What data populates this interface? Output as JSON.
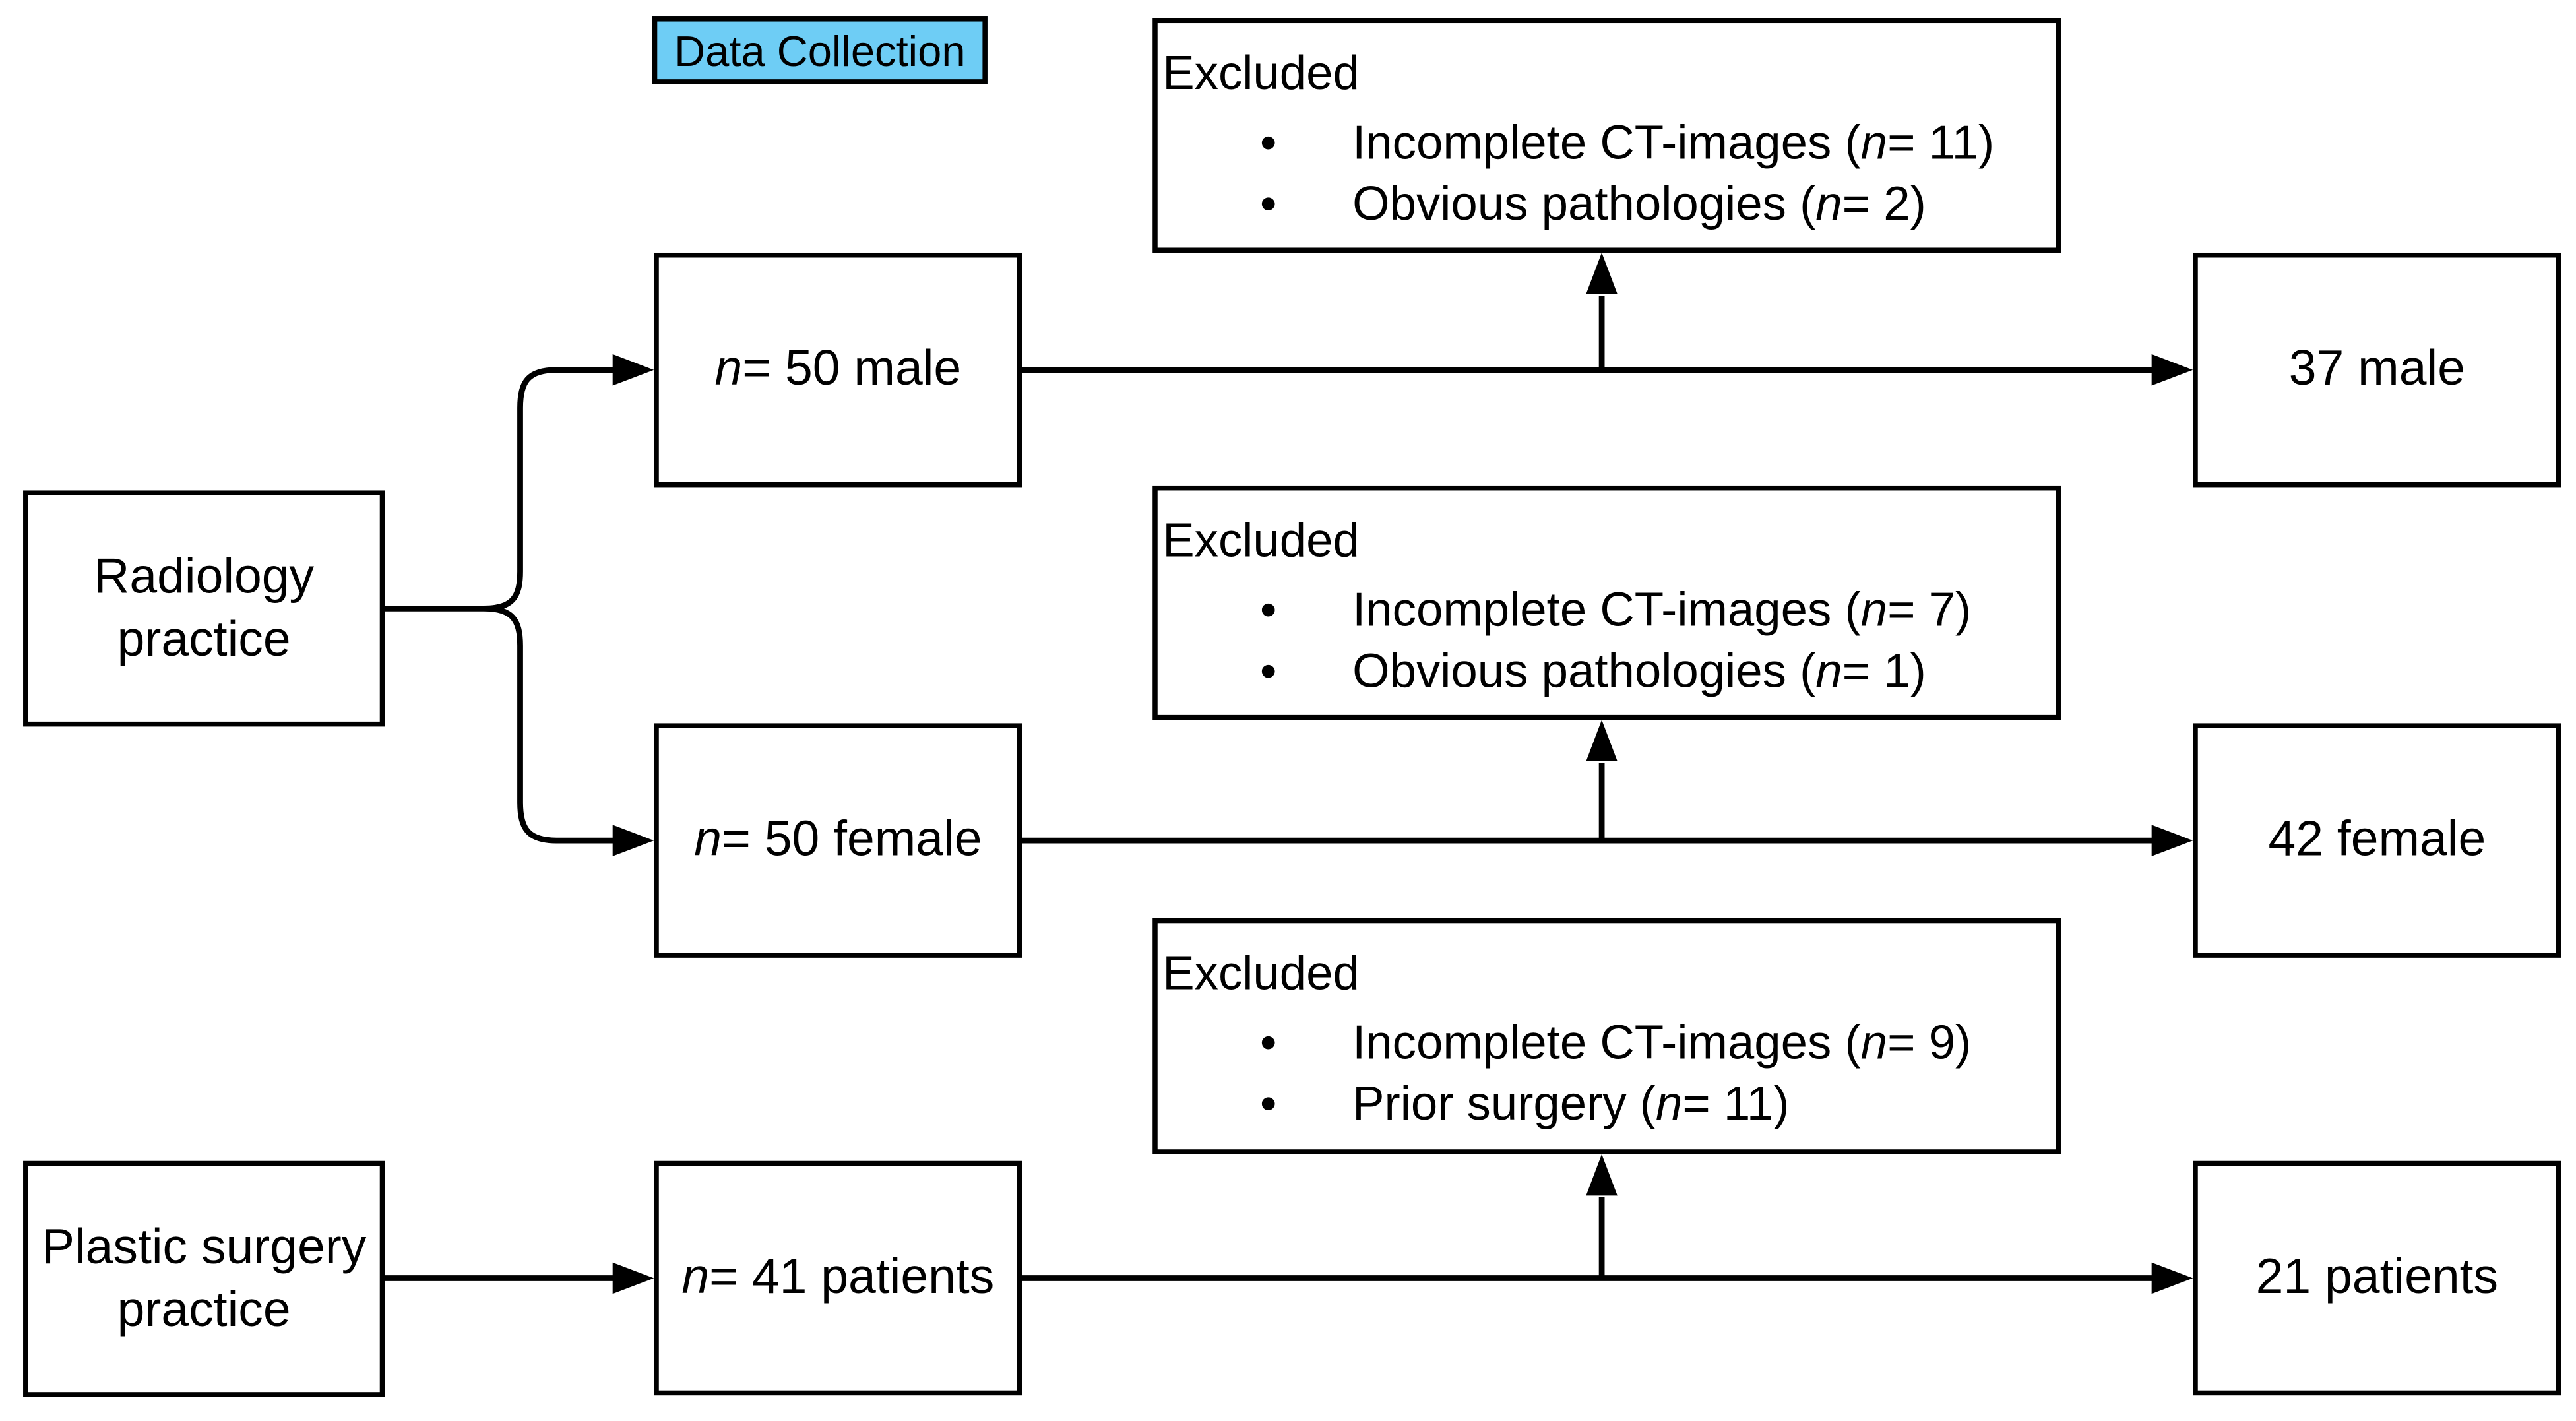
{
  "colors": {
    "title_fill": "#6ECDF5",
    "box_border": "#000000",
    "background": "#ffffff"
  },
  "bullet_char": "•",
  "title_box": {
    "label": "Data Collection"
  },
  "left_column": [
    {
      "line1": "Radiology",
      "line2": "practice"
    },
    {
      "line1": "Plastic surgery",
      "line2": "practice"
    }
  ],
  "middle_column": [
    {
      "n": "n",
      "rest": "= 50 male"
    },
    {
      "n": "n",
      "rest": "= 50 female"
    },
    {
      "n": "n",
      "rest": "= 41 patients"
    }
  ],
  "excluded_boxes": [
    {
      "title": "Excluded",
      "items": [
        {
          "before": "Incomplete CT-images (",
          "n": "n",
          "after": "= 11)"
        },
        {
          "before": "Obvious pathologies (",
          "n": "n",
          "after": "= 2)"
        }
      ]
    },
    {
      "title": "Excluded",
      "items": [
        {
          "before": "Incomplete CT-images (",
          "n": "n",
          "after": "= 7)"
        },
        {
          "before": "Obvious pathologies (",
          "n": "n",
          "after": "= 1)"
        }
      ]
    },
    {
      "title": "Excluded",
      "items": [
        {
          "before": "Incomplete CT-images (",
          "n": "n",
          "after": "= 9)"
        },
        {
          "before": "Prior surgery (",
          "n": "n",
          "after": "= 11)"
        }
      ]
    }
  ],
  "right_column": [
    {
      "label": "37 male"
    },
    {
      "label": "42 female"
    },
    {
      "label": "21 patients"
    }
  ]
}
